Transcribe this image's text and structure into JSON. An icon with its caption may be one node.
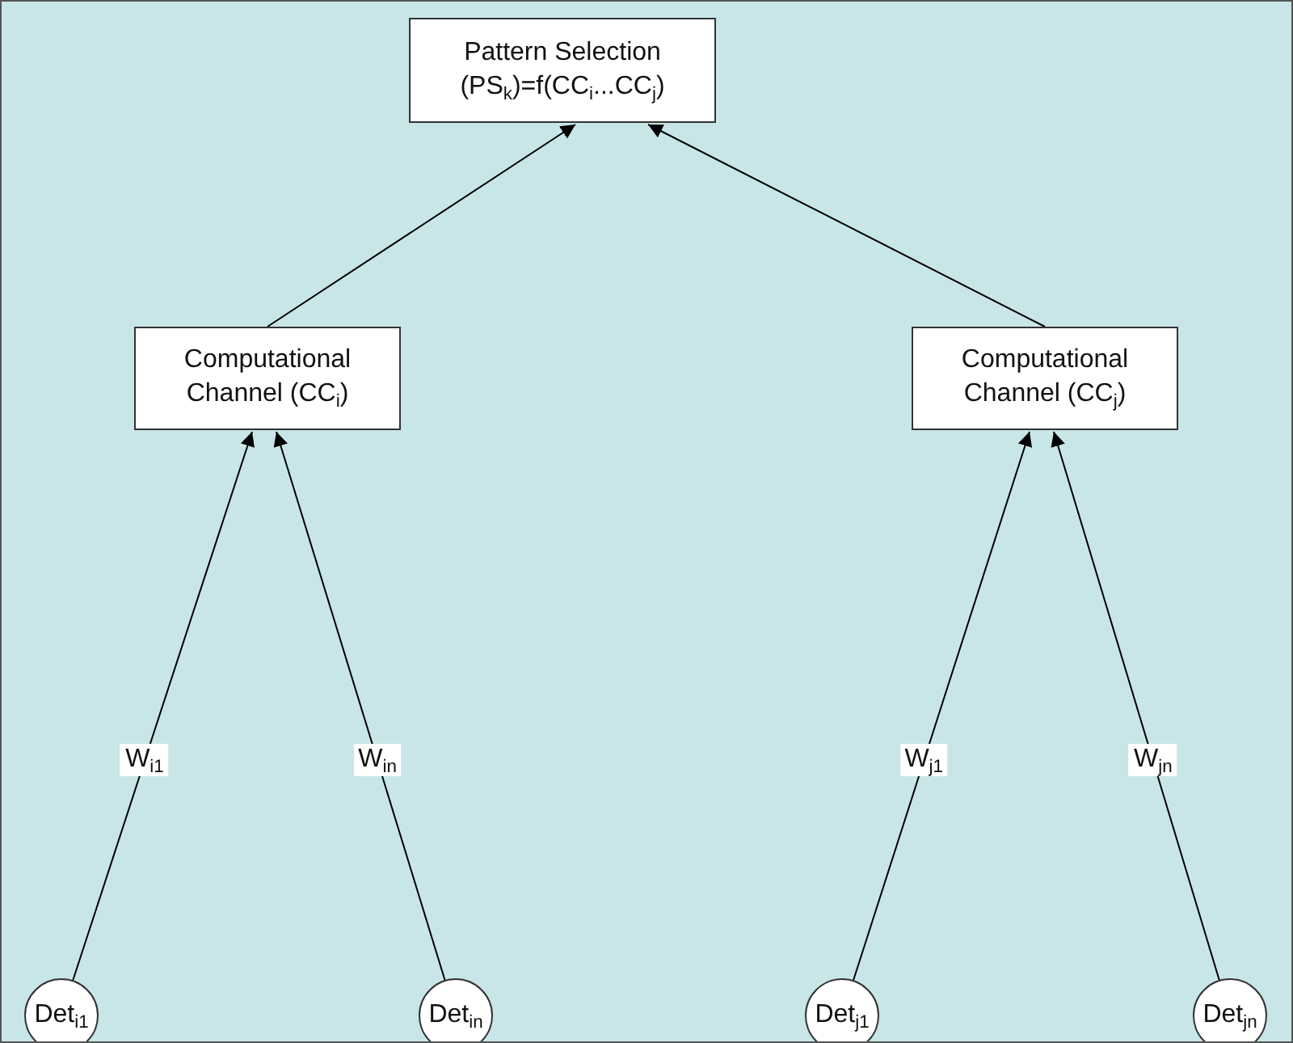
{
  "diagram": {
    "nodes": [
      {
        "text": [
          "Pattern Selection (PS$_{k}$)=f(CC$_{i}$...CC$_{j}$)"
        ]
      },
      {
        "text": [
          "Computational Channel (CC$_{i}$)"
        ]
      },
      {
        "text": [
          "Computational Channel (CC$_{j}$)"
        ]
      },
      {
        "text": [
          "Det$_{i1}$"
        ]
      },
      {
        "text": [
          "Det$_{in}$"
        ]
      },
      {
        "text": [
          "Det$_{j1}$"
        ]
      },
      {
        "text": [
          "Det$_{jn}$"
        ]
      }
    ],
    "edges": [
      {
        "from": 1,
        "to": 0,
        "arrow": "to"
      },
      {
        "from": 2,
        "to": 0,
        "arrow": "to"
      },
      {
        "from": 3,
        "to": 1,
        "arrow": "to",
        "label": "W$_{i1}$"
      },
      {
        "from": 4,
        "to": 1,
        "arrow": "to",
        "label": "W$_{in}$"
      },
      {
        "from": 5,
        "to": 2,
        "arrow": "to",
        "label": "W$_{j1}$"
      },
      {
        "from": 6,
        "to": 2,
        "arrow": "to",
        "label": "W$_{jn}$"
      }
    ]
  }
}
